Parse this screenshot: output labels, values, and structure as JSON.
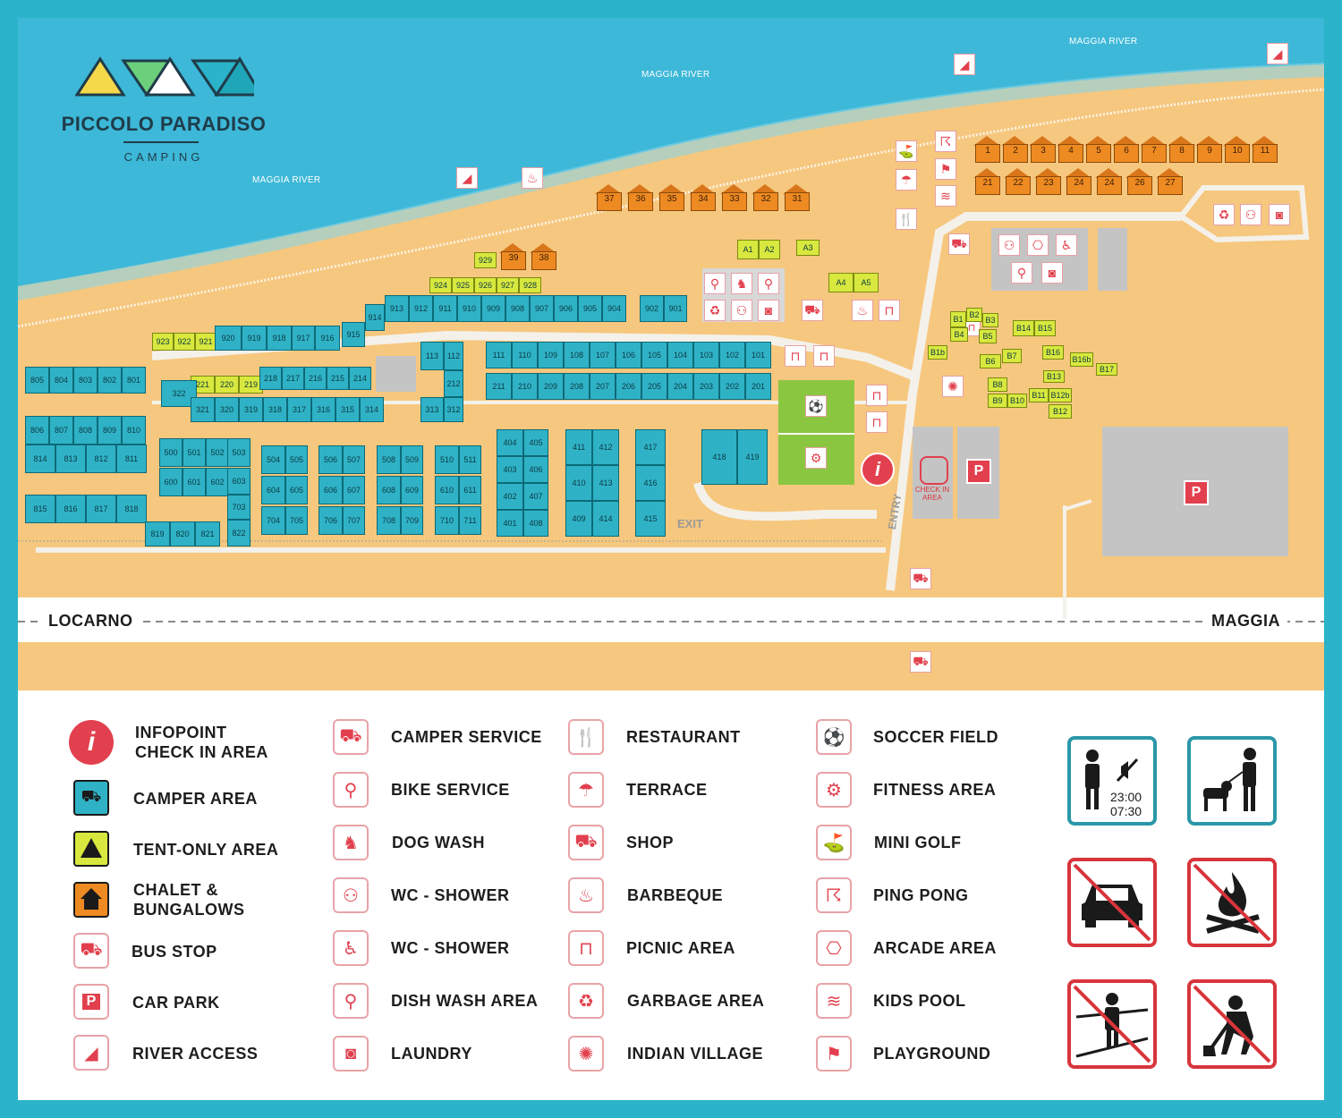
{
  "logo": {
    "title": "PICCOLO PARADISO",
    "subtitle": "CAMPING"
  },
  "map": {
    "river_labels": [
      "MAGGIA RIVER",
      "MAGGIA RIVER",
      "MAGGIA RIVER"
    ],
    "road": {
      "left": "LOCARNO",
      "right": "MAGGIA"
    },
    "exit_label": "EXIT",
    "entry_label": "ENTRY",
    "check_in_label": "CHECK IN AREA",
    "colors": {
      "water": "#3db8d8",
      "sand": "#f6c77e",
      "pitch": "#2fb2c6",
      "tent": "#d8e83e",
      "chalet": "#ee8a22",
      "accent": "#e2404e",
      "frame": "#2bb3c9"
    },
    "chalets": [
      "1",
      "2",
      "3",
      "4",
      "5",
      "6",
      "7",
      "8",
      "9",
      "10",
      "11",
      "21",
      "22",
      "23",
      "24",
      "24",
      "26",
      "27",
      "37",
      "36",
      "35",
      "34",
      "33",
      "32",
      "31",
      "39",
      "38"
    ],
    "tent_pitches": [
      "929",
      "924",
      "925",
      "926",
      "927",
      "928",
      "923",
      "922",
      "921",
      "221",
      "220",
      "219",
      "A1",
      "A2",
      "A3",
      "A4",
      "A5",
      "B1",
      "B2",
      "B3",
      "B4",
      "B5",
      "B6",
      "B7",
      "B1b",
      "B14",
      "B15",
      "B16",
      "B16b",
      "B17",
      "B13",
      "B8",
      "B9",
      "B10",
      "B11",
      "B12b",
      "B12"
    ],
    "camper_pitches": [
      "913",
      "912",
      "911",
      "910",
      "909",
      "908",
      "907",
      "906",
      "905",
      "904",
      "914",
      "915",
      "916",
      "917",
      "918",
      "919",
      "920",
      "902",
      "901",
      "805",
      "804",
      "803",
      "802",
      "801",
      "806",
      "807",
      "808",
      "809",
      "810",
      "814",
      "813",
      "812",
      "811",
      "815",
      "816",
      "817",
      "818",
      "322",
      "218",
      "217",
      "216",
      "215",
      "214",
      "321",
      "320",
      "319",
      "318",
      "317",
      "316",
      "315",
      "314",
      "313",
      "312",
      "113",
      "112",
      "212",
      "111",
      "110",
      "109",
      "108",
      "107",
      "106",
      "105",
      "104",
      "103",
      "102",
      "101",
      "211",
      "210",
      "209",
      "208",
      "207",
      "206",
      "205",
      "204",
      "203",
      "202",
      "201",
      "500",
      "501",
      "502",
      "503",
      "600",
      "601",
      "602",
      "603",
      "703",
      "819",
      "820",
      "821",
      "822",
      "504",
      "505",
      "604",
      "605",
      "704",
      "705",
      "506",
      "507",
      "606",
      "607",
      "706",
      "707",
      "508",
      "509",
      "608",
      "609",
      "708",
      "709",
      "510",
      "511",
      "610",
      "611",
      "710",
      "711",
      "404",
      "405",
      "403",
      "406",
      "402",
      "407",
      "401",
      "408",
      "411",
      "412",
      "410",
      "413",
      "409",
      "414",
      "417",
      "416",
      "415",
      "418",
      "419"
    ]
  },
  "legend": {
    "col1": [
      {
        "icon": "info-icon",
        "label": "INFOPOINT\nCHECK IN AREA"
      },
      {
        "icon": "camper-icon",
        "label": "CAMPER AREA"
      },
      {
        "icon": "tent-icon",
        "label": "TENT-ONLY AREA"
      },
      {
        "icon": "chalet-icon",
        "label": "CHALET &\nBUNGALOWS"
      },
      {
        "icon": "bus-stop-icon",
        "label": "BUS STOP"
      },
      {
        "icon": "car-park-icon",
        "label": "CAR PARK"
      },
      {
        "icon": "river-access-icon",
        "label": "RIVER ACCESS"
      }
    ],
    "col2": [
      {
        "icon": "camper-service-icon",
        "label": "CAMPER SERVICE"
      },
      {
        "icon": "bike-service-icon",
        "label": "BIKE SERVICE"
      },
      {
        "icon": "dog-wash-icon",
        "label": "DOG WASH"
      },
      {
        "icon": "wc-shower-icon",
        "label": "WC - SHOWER"
      },
      {
        "icon": "accessible-wc-icon",
        "label": "WC - SHOWER"
      },
      {
        "icon": "dish-wash-icon",
        "label": "DISH WASH AREA"
      },
      {
        "icon": "laundry-icon",
        "label": "LAUNDRY"
      }
    ],
    "col3": [
      {
        "icon": "restaurant-icon",
        "label": "RESTAURANT"
      },
      {
        "icon": "terrace-icon",
        "label": "TERRACE"
      },
      {
        "icon": "shop-icon",
        "label": "SHOP"
      },
      {
        "icon": "barbeque-icon",
        "label": "BARBEQUE"
      },
      {
        "icon": "picnic-icon",
        "label": "PICNIC AREA"
      },
      {
        "icon": "garbage-icon",
        "label": "GARBAGE AREA"
      },
      {
        "icon": "indian-village-icon",
        "label": "INDIAN VILLAGE"
      }
    ],
    "col4": [
      {
        "icon": "soccer-icon",
        "label": "SOCCER FIELD"
      },
      {
        "icon": "fitness-icon",
        "label": "FITNESS AREA"
      },
      {
        "icon": "mini-golf-icon",
        "label": "MINI GOLF"
      },
      {
        "icon": "ping-pong-icon",
        "label": "PING PONG"
      },
      {
        "icon": "arcade-icon",
        "label": "ARCADE AREA"
      },
      {
        "icon": "kids-pool-icon",
        "label": "KIDS POOL"
      },
      {
        "icon": "playground-icon",
        "label": "PLAYGROUND"
      }
    ],
    "quiet_hours": {
      "start": "23:00",
      "end": "07:30"
    }
  }
}
